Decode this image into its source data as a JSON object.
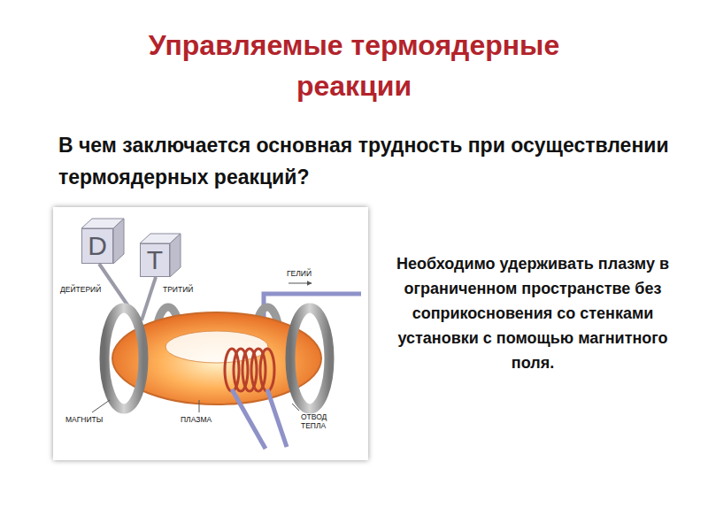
{
  "diagram": {
    "title": "Управляемые термоядерные реакции",
    "nodes": [
      {
        "text": [
          "D"
        ]
      },
      {
        "text": [
          "T"
        ]
      }
    ],
    "labels": [
      "В чем заключается основная трудность при осуществлении термоядерных реакций?",
      "ДЕЙТЕРИЙ",
      "ТРИТИЙ",
      "ГЕЛИЙ",
      "МАГНИТЫ",
      "ПЛАЗМА",
      "ОТВОД ТЕПЛА",
      "Необходимо удерживать плазму в ограниченном пространстве без соприкосновения со стенками установки с помощью магнитного поля."
    ]
  }
}
